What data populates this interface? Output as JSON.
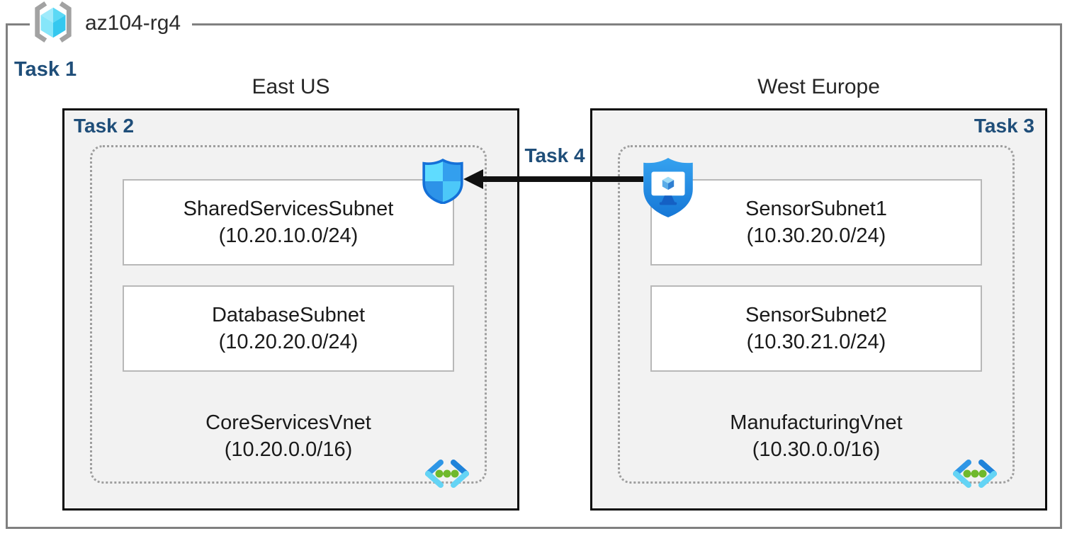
{
  "resource_group": {
    "name": "az104-rg4",
    "task_label": "Task 1",
    "icon": "resource-group-icon"
  },
  "regions": [
    {
      "name": "East US",
      "task_label": "Task 2",
      "badge_icon": "network-security-group-shield-icon",
      "vnet": {
        "name": "CoreServicesVnet",
        "cidr": "(10.20.0.0/16)",
        "icon": "virtual-network-icon"
      },
      "subnets": [
        {
          "name": "SharedServicesSubnet",
          "cidr": "(10.20.10.0/24)"
        },
        {
          "name": "DatabaseSubnet",
          "cidr": "(10.20.20.0/24)"
        }
      ]
    },
    {
      "name": "West Europe",
      "task_label": "Task 3",
      "badge_icon": "shielded-vm-monitor-icon",
      "vnet": {
        "name": "ManufacturingVnet",
        "cidr": "(10.30.0.0/16)",
        "icon": "virtual-network-icon"
      },
      "subnets": [
        {
          "name": "SensorSubnet1",
          "cidr": "(10.30.20.0/24)"
        },
        {
          "name": "SensorSubnet2",
          "cidr": "(10.30.21.0/24)"
        }
      ]
    }
  ],
  "connection": {
    "task_label": "Task 4",
    "direction": "right-to-left"
  },
  "colors": {
    "task_label": "#1F4E79",
    "region_fill": "#F2F2F2",
    "region_border": "#0A0A0A",
    "resource_group_border": "#808080",
    "dotted_border": "#9E9E9E",
    "subnet_border": "#B8B8B8",
    "arrow": "#111111",
    "azure_blue": "#1E87E0",
    "azure_cyan": "#50E6FF",
    "azure_green": "#6FB92C"
  }
}
